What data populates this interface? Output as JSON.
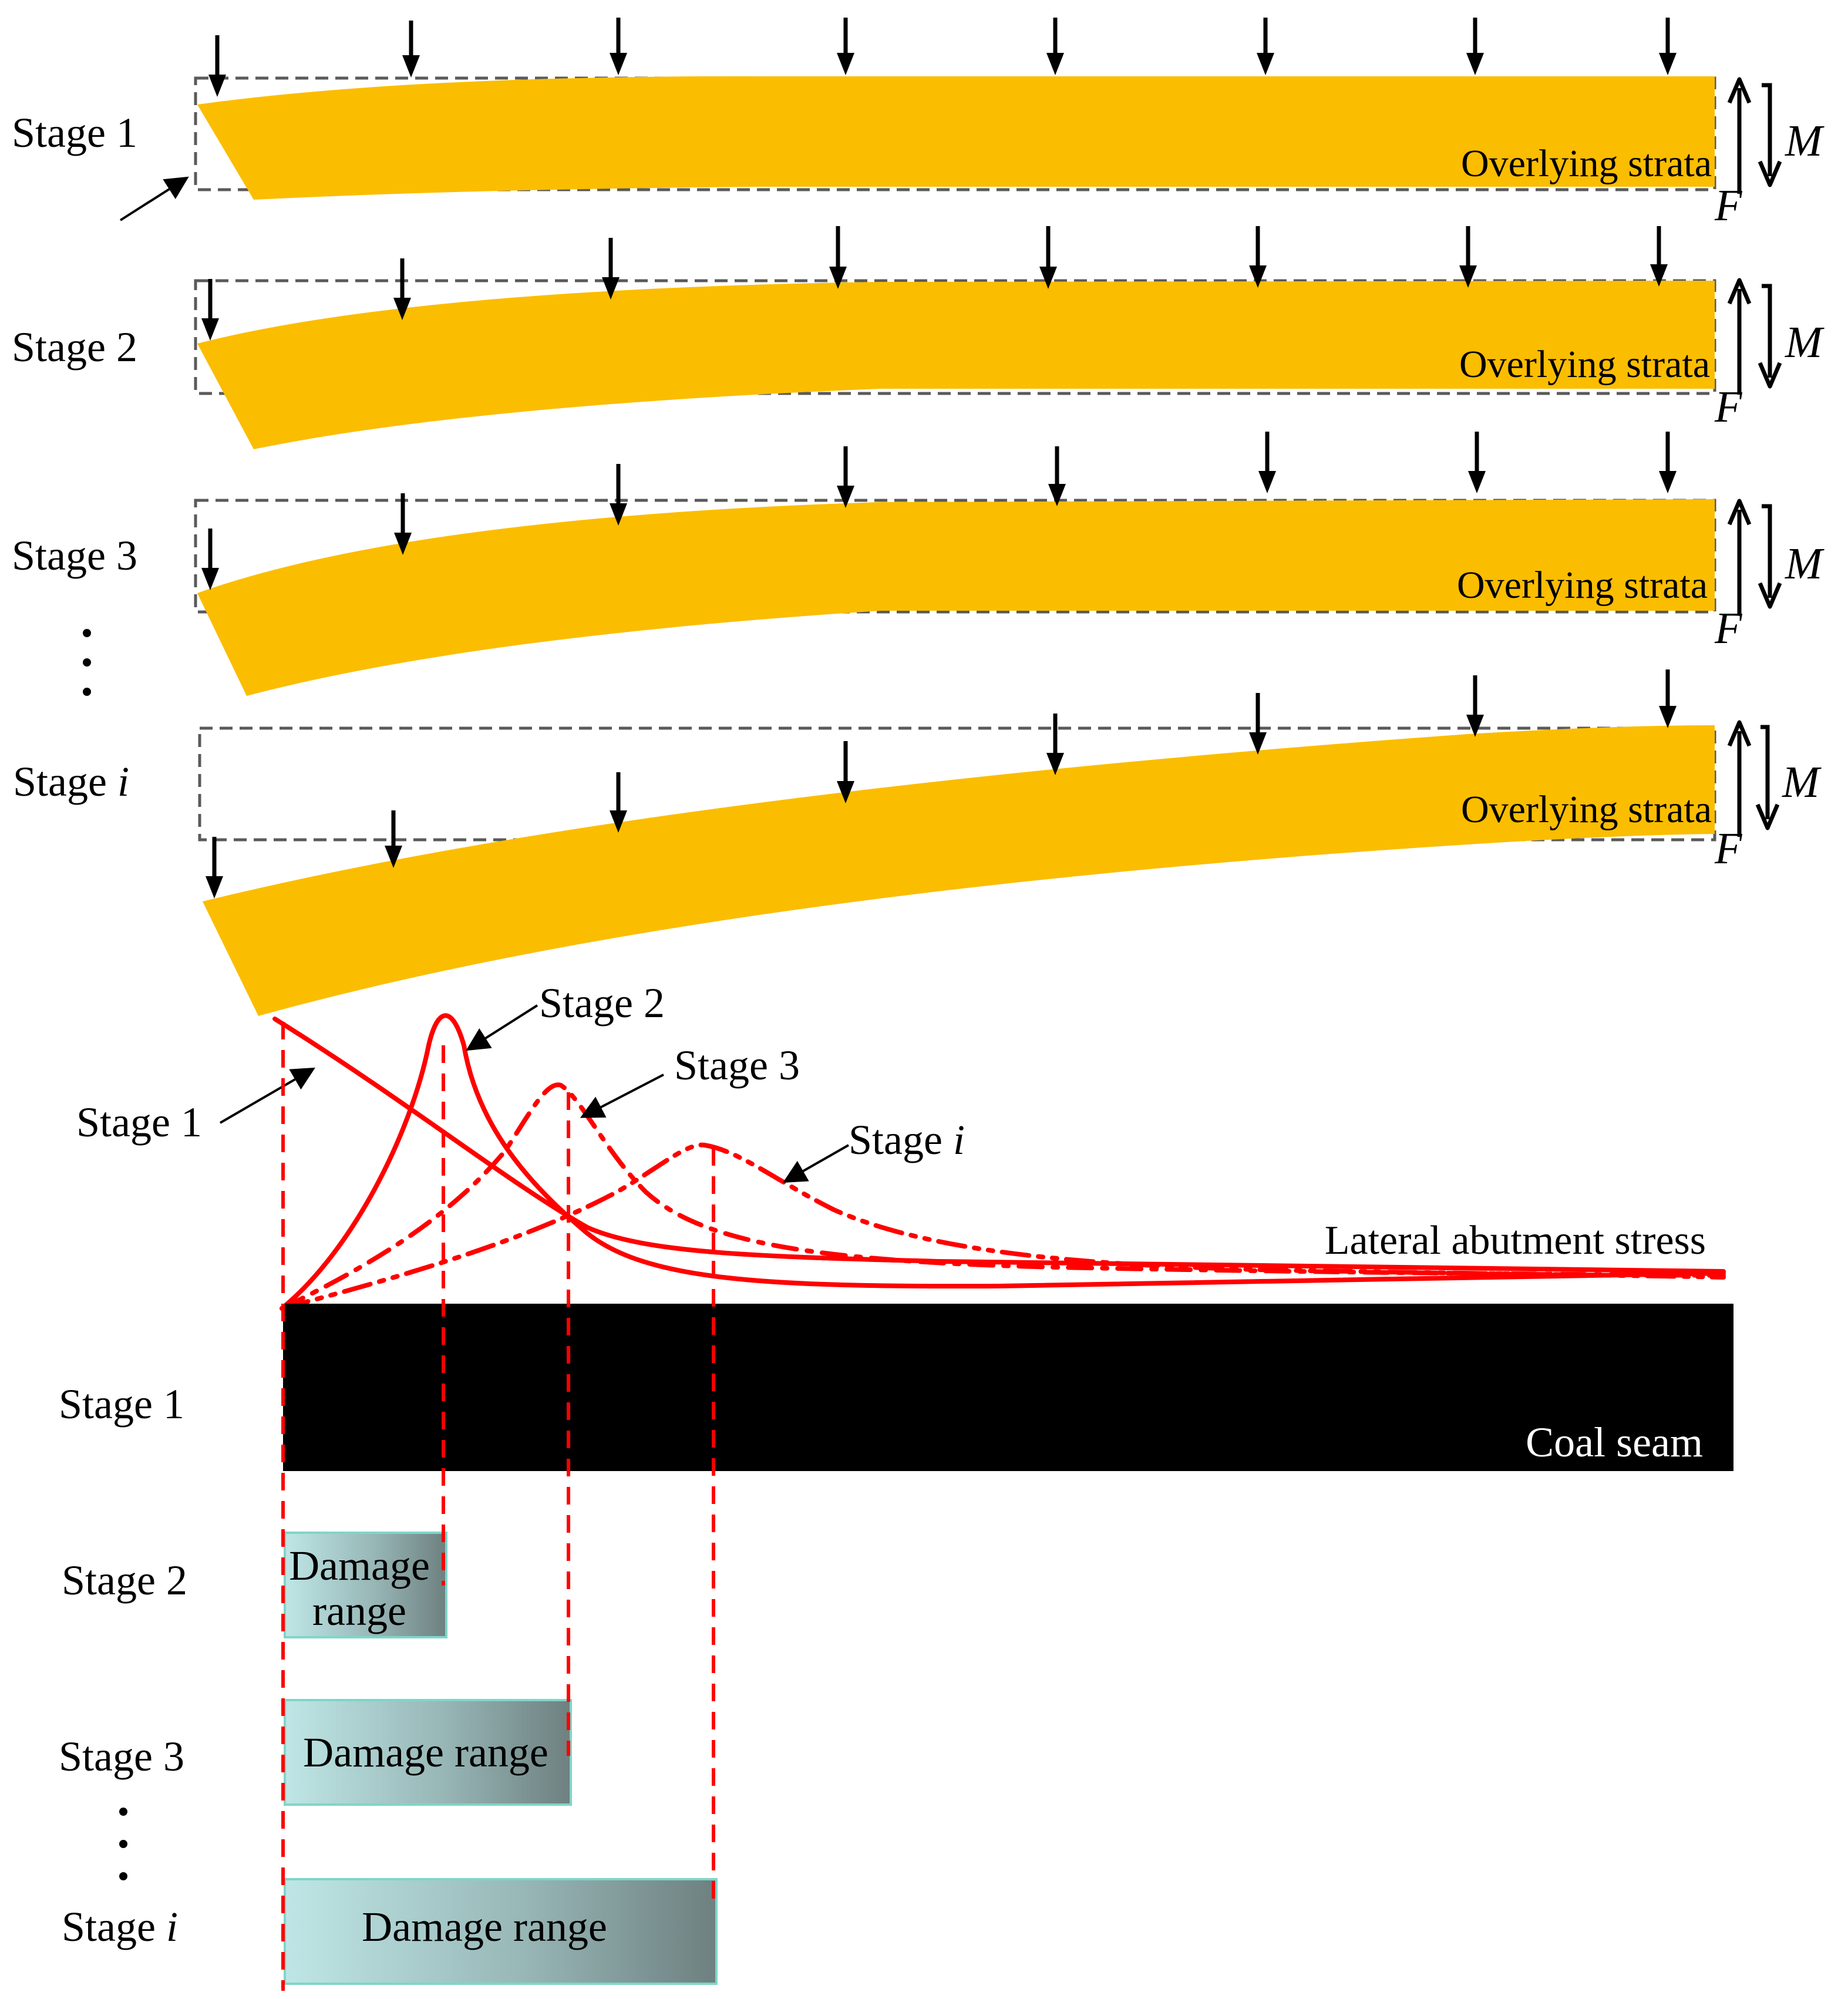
{
  "strata_label": "Overlying strata",
  "moment_label": "M",
  "force_label": "F",
  "stage_prefix": "Stage",
  "dots": "·",
  "stages": [
    {
      "number": "1",
      "italic": false
    },
    {
      "number": "2",
      "italic": false
    },
    {
      "number": "3",
      "italic": false
    },
    {
      "number": "i",
      "italic": true
    }
  ],
  "curve_labels": [
    {
      "number": "1",
      "italic": false
    },
    {
      "number": "2",
      "italic": false
    },
    {
      "number": "3",
      "italic": false
    },
    {
      "number": "i",
      "italic": true
    }
  ],
  "stress_label": "Lateral abutment stress",
  "coal_label": "Coal seam",
  "damage_labels": {
    "stage2_line1": "Damage",
    "stage2_line2": "range",
    "stage3": "Damage range",
    "stagei": "Damage range"
  },
  "colors": {
    "strata": "#FBBD00",
    "strata_edge": "#E6A800",
    "frame": "#5a5a5a",
    "curve": "#FF0000",
    "coal": "#000000",
    "damage_start": "#BFE6E6",
    "damage_end": "#6E8080",
    "damage_border": "#7FD6C8"
  }
}
